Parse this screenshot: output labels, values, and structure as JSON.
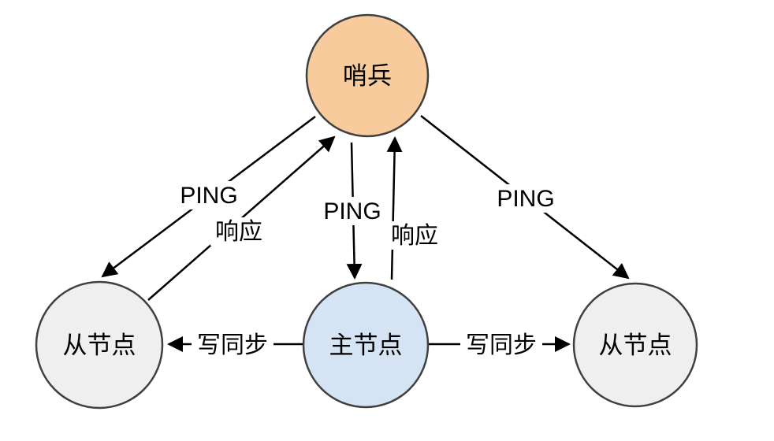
{
  "nodes": {
    "sentinel": {
      "label": "哨兵",
      "fill": "#F8CB9C"
    },
    "master": {
      "label": "主节点",
      "fill": "#D4E4F5"
    },
    "slave_left": {
      "label": "从节点",
      "fill": "#EFEFEF"
    },
    "slave_right": {
      "label": "从节点",
      "fill": "#EFEFEF"
    }
  },
  "edges": {
    "ping_sentinel_to_slave_left": {
      "label": "PING"
    },
    "response_slave_left_to_sentinel": {
      "label": "响应"
    },
    "ping_sentinel_to_master": {
      "label": "PING"
    },
    "response_master_to_sentinel": {
      "label": "响应"
    },
    "ping_sentinel_to_slave_right": {
      "label": "PING"
    },
    "write_sync_master_to_slave_left": {
      "label": "写同步"
    },
    "write_sync_master_to_slave_right": {
      "label": "写同步"
    }
  },
  "colors": {
    "edge": "#000000",
    "node_stroke": "#404040",
    "text": "#000000",
    "background": "#FFFFFF"
  }
}
